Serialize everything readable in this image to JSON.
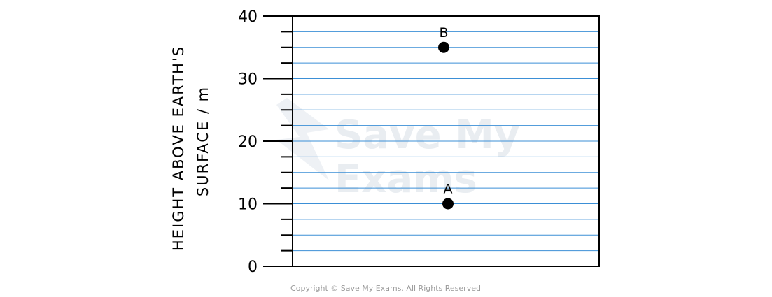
{
  "chart_data": {
    "type": "scatter",
    "title": "",
    "ylabel_line1": "HEIGHT ABOVE EARTH'S",
    "ylabel_line2": "SURFACE / m",
    "xlabel": "",
    "ylim": [
      0,
      40
    ],
    "yticks": [
      0,
      10,
      20,
      30,
      40
    ],
    "minor_step": 2.5,
    "grid": true,
    "points": [
      {
        "label": "B",
        "y": 35
      },
      {
        "label": "A",
        "y": 10
      }
    ],
    "colors": {
      "grid": "#3b8fd6",
      "axis": "#000000",
      "point": "#000000"
    }
  },
  "watermark": {
    "line1": "Save My",
    "line2": "Exams"
  },
  "copyright": "Copyright © Save My Exams. All Rights Reserved"
}
